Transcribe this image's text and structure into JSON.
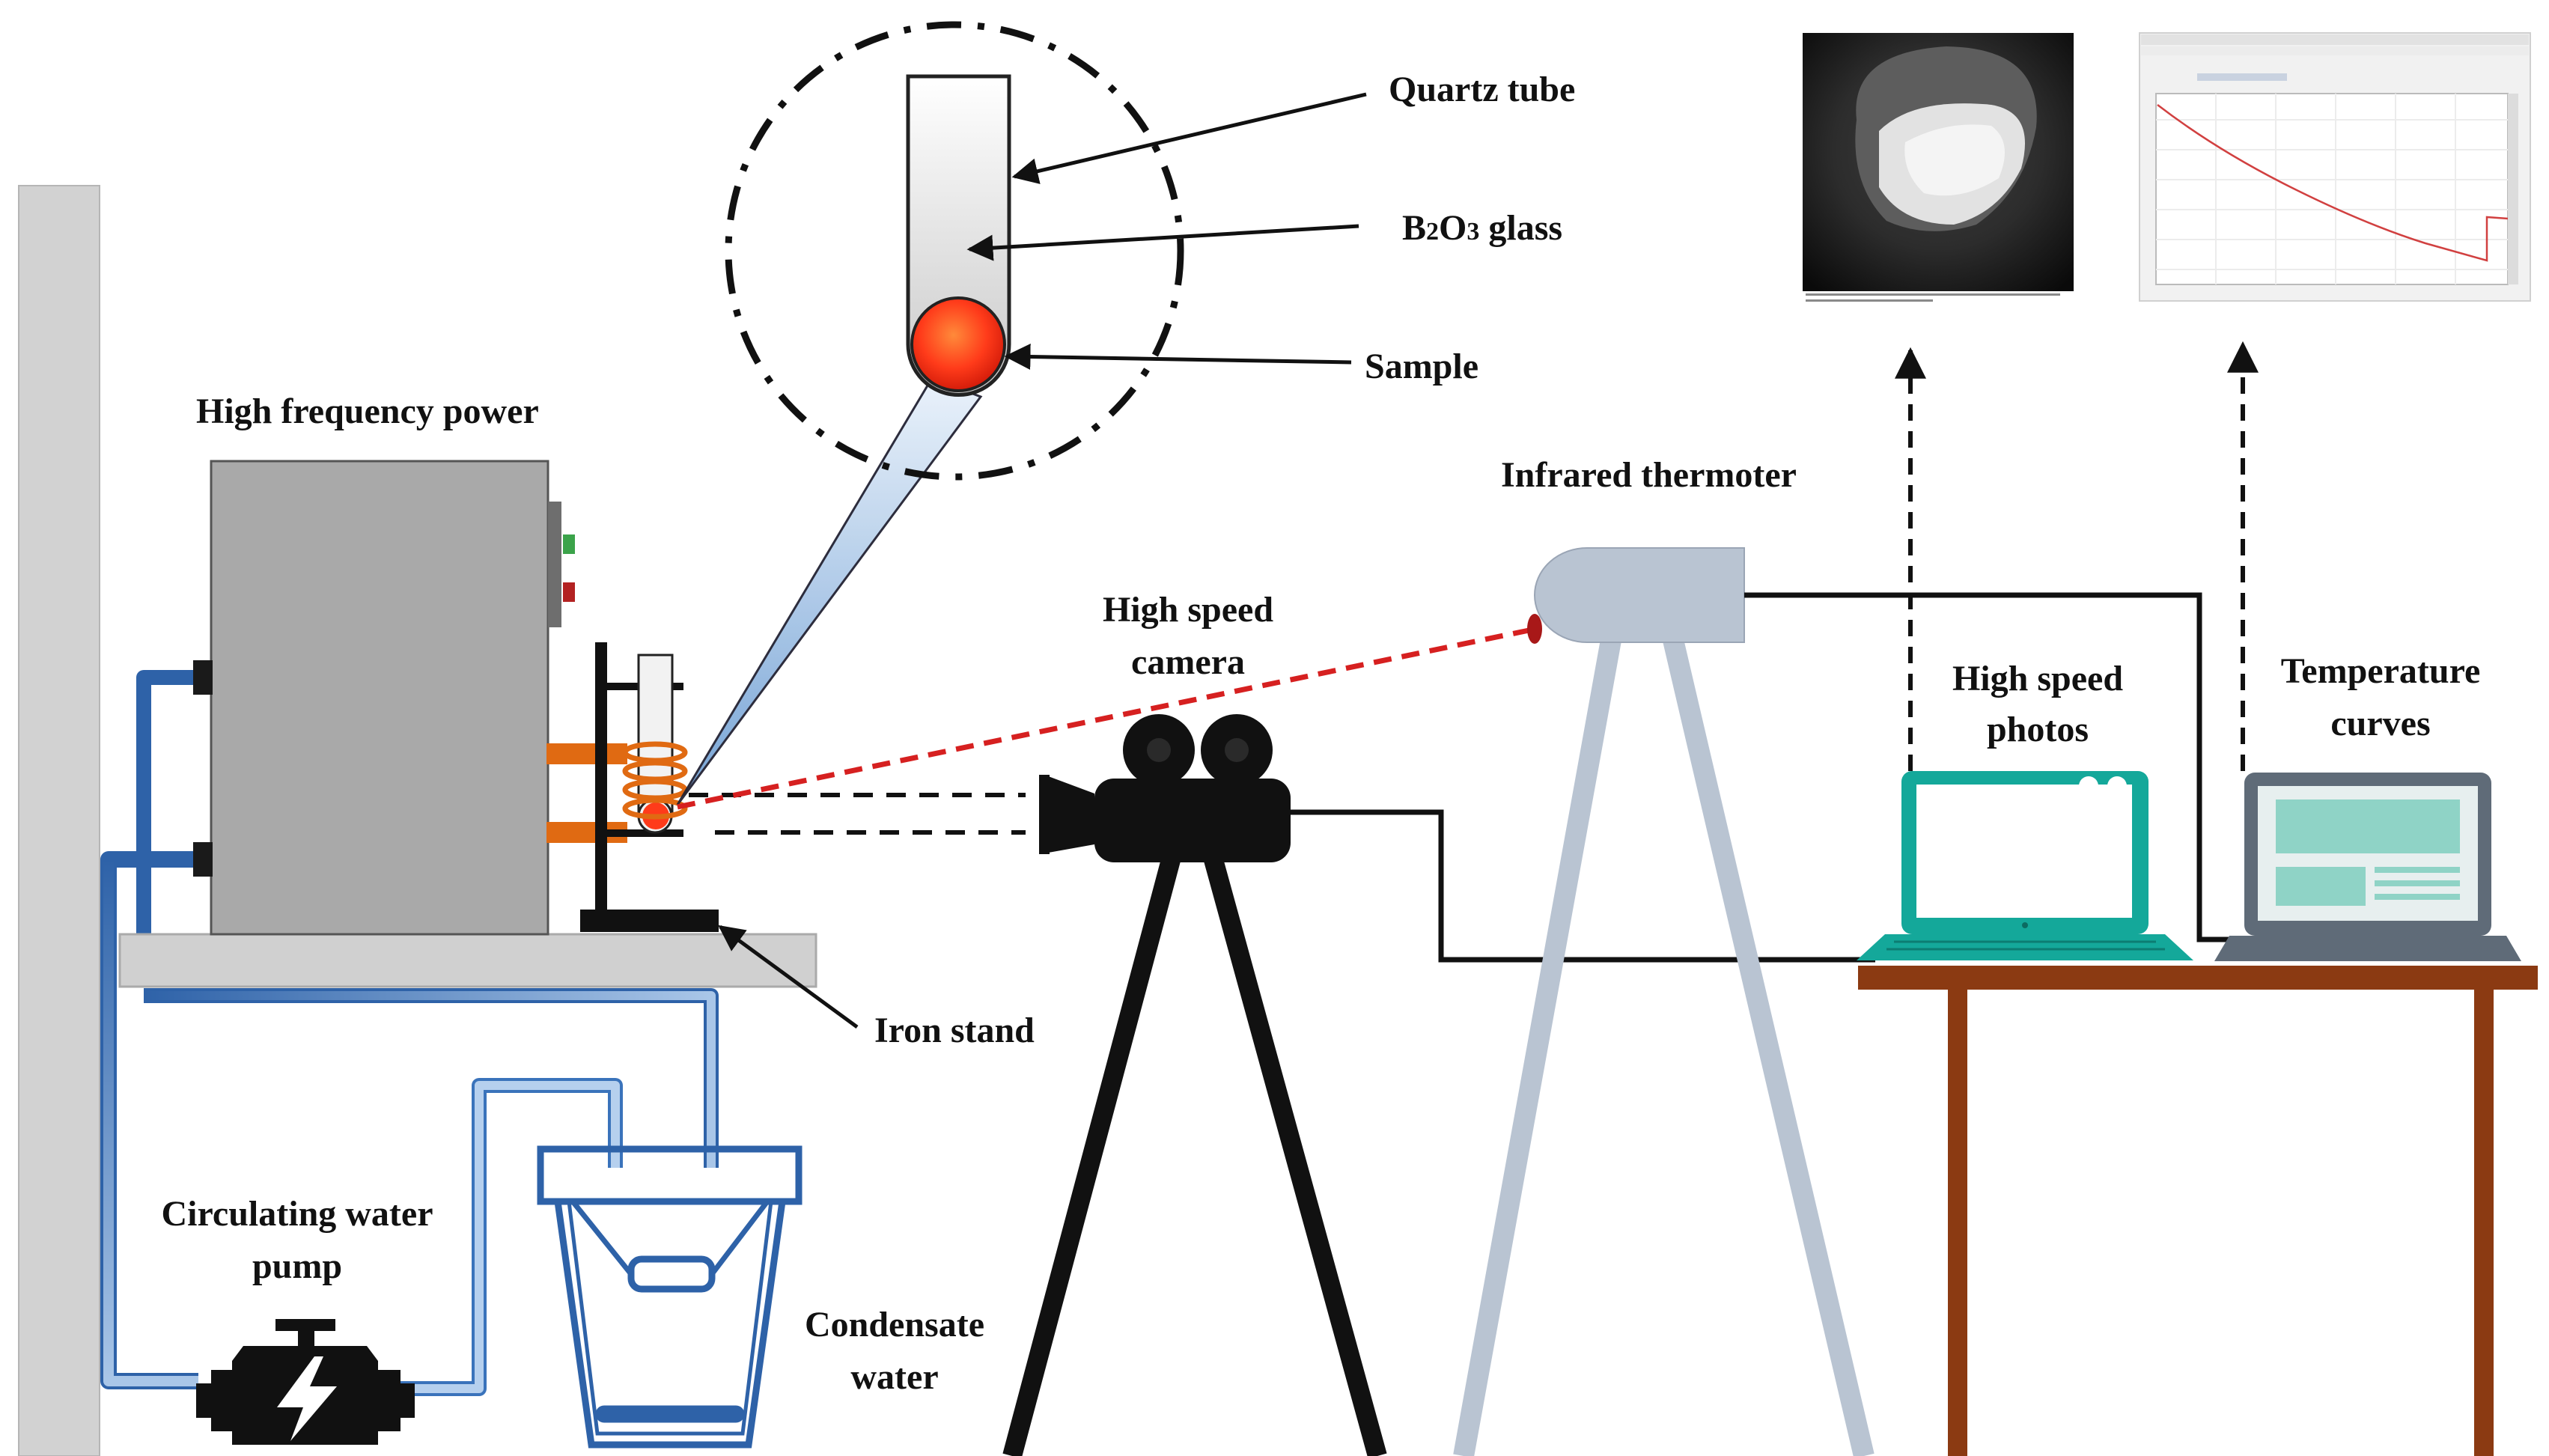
{
  "labels": {
    "quartz_tube": "Quartz tube",
    "b2o3_prefix": "B",
    "b2o3_sub1": "2",
    "b2o3_mid": "O",
    "b2o3_sub2": "3",
    "b2o3_suffix": " glass",
    "sample": "Sample",
    "hf_power": "High frequency power",
    "infrared": "Infrared thermoter",
    "camera_line1": "High speed",
    "camera_line2": "camera",
    "photos_line1": "High speed",
    "photos_line2": "photos",
    "curves_line1": "Temperature",
    "curves_line2": "curves",
    "iron_stand": "Iron stand",
    "pump_line1": "Circulating water",
    "pump_line2": "pump",
    "condensate_line1": "Condensate",
    "condensate_line2": "water"
  },
  "colors": {
    "water_pipe": "#2e62a8",
    "pipe_light": "#a9c6e8",
    "laser": "#d62020",
    "sample": "#ff3b1a",
    "laptop_teal": "#14a89a",
    "laptop_gray": "#5f6b78",
    "table": "#8b3a12",
    "tripod_gray": "#b9c4d2",
    "cabinet": "#a9a9a9",
    "coil": "#e06a12"
  }
}
